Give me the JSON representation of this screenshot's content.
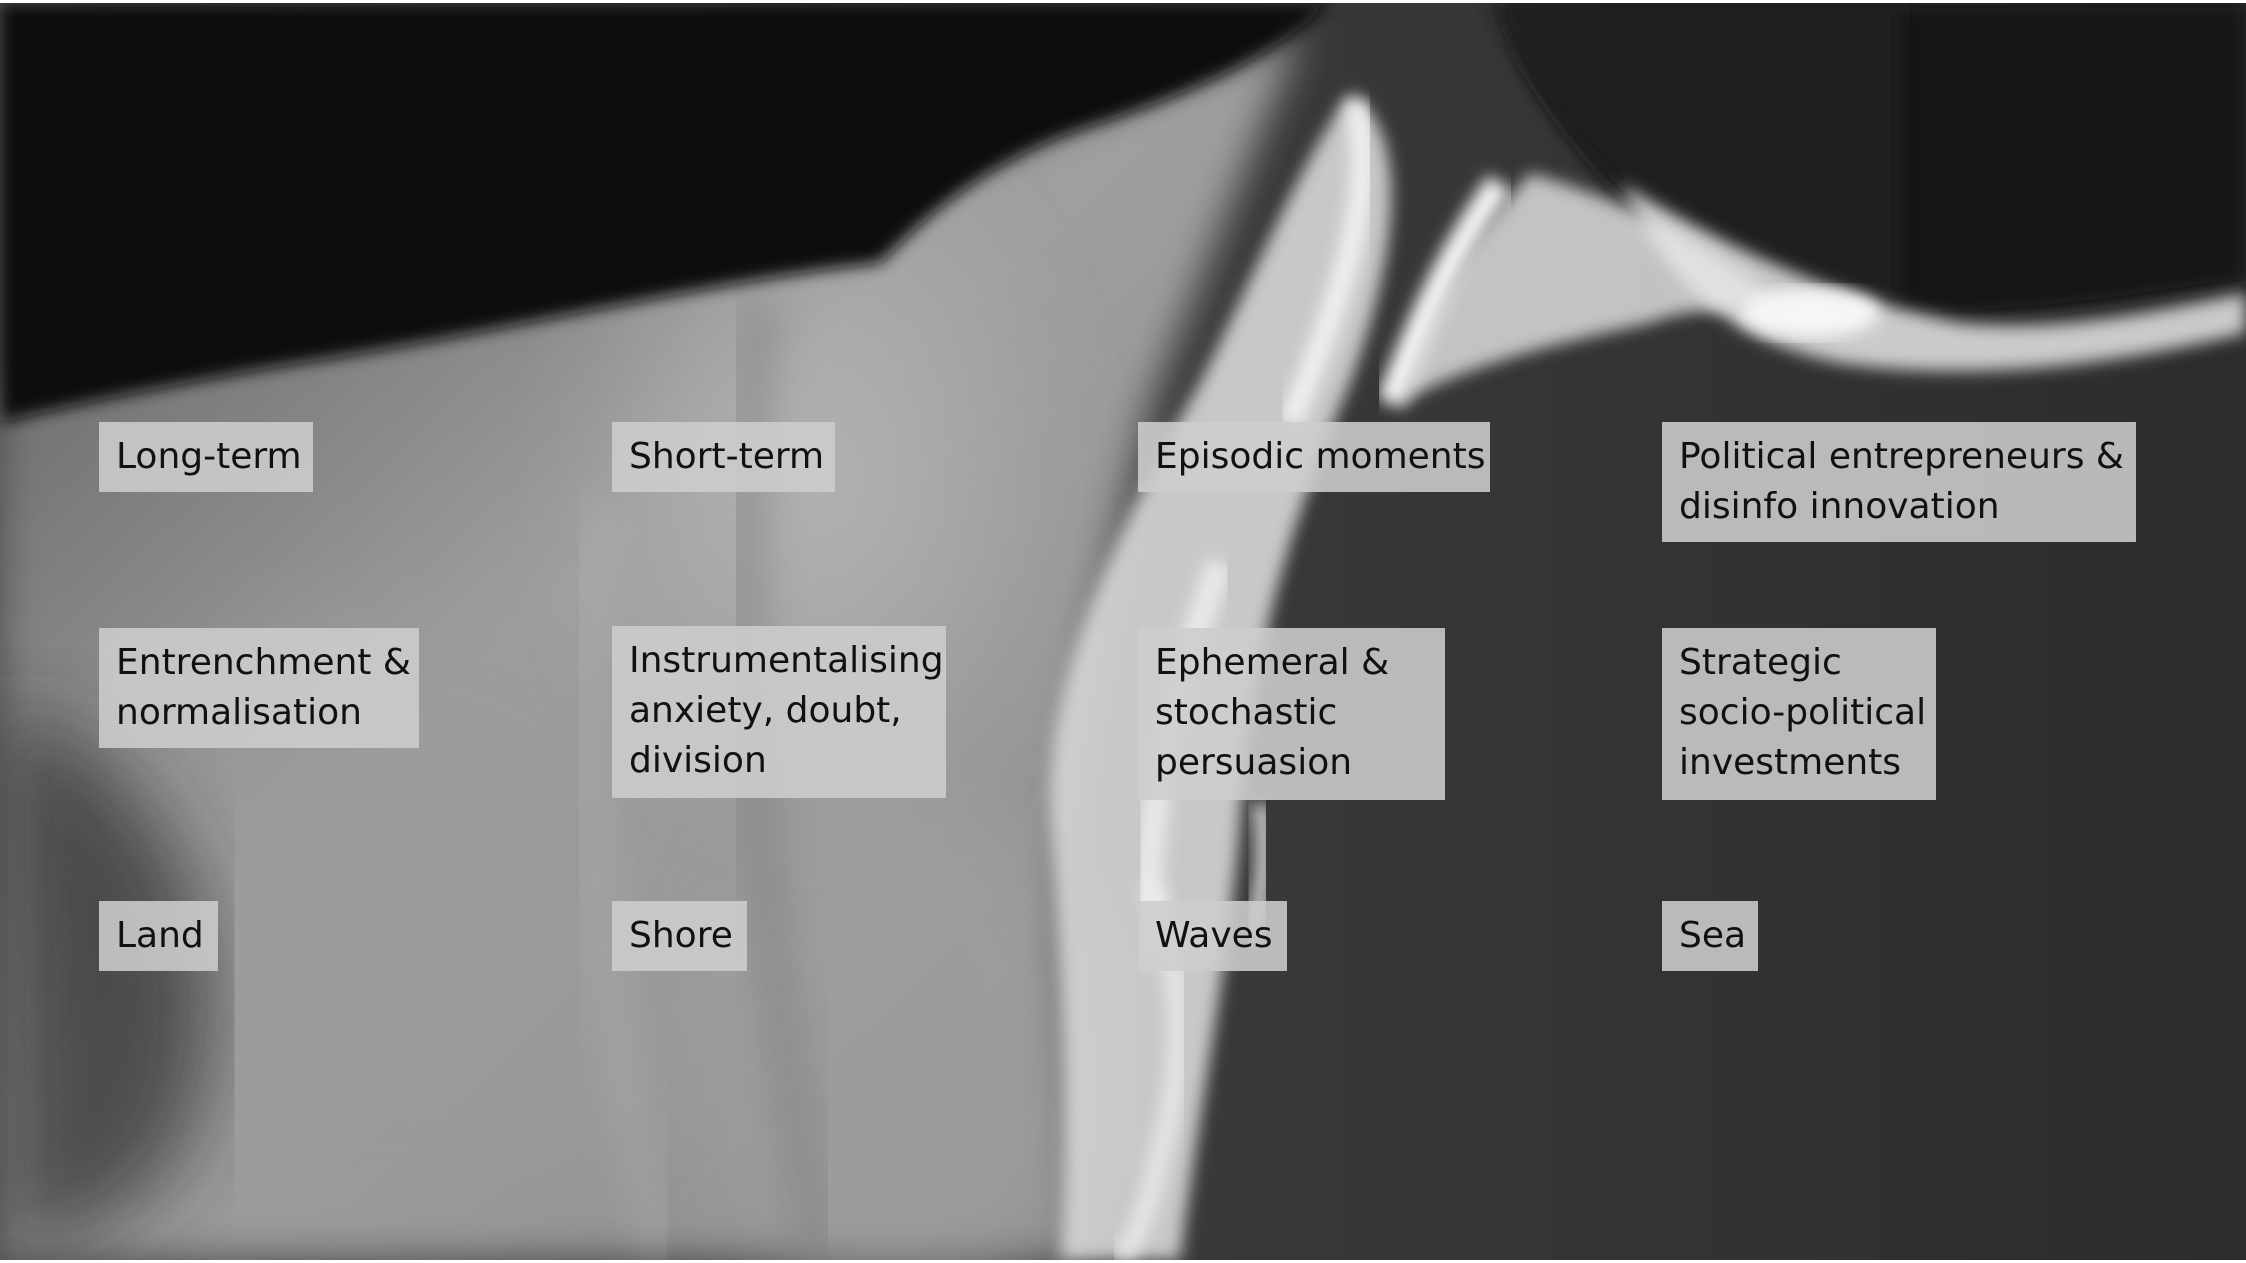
{
  "slide": {
    "background": "aerial black-and-white photo of beach, shore, waves and sea",
    "labels": {
      "row1": {
        "col1": "Long-term",
        "col2": "Short-term",
        "col3": "Episodic moments",
        "col4_line1": "Political entrepreneurs &",
        "col4_line2": "disinfo innovation"
      },
      "row2": {
        "col1_line1": "Entrenchment &",
        "col1_line2": "normalisation",
        "col2_line1": "Instrumentalising",
        "col2_line2": "anxiety, doubt,",
        "col2_line3": "division",
        "col3_line1": "Ephemeral &",
        "col3_line2": "stochastic",
        "col3_line3": "persuasion",
        "col4_line1": "Strategic",
        "col4_line2": "socio-political",
        "col4_line3": "investments"
      },
      "row3": {
        "col1": "Land",
        "col2": "Shore",
        "col3": "Waves",
        "col4": "Sea"
      }
    },
    "colors": {
      "label_background": "#cdcdcd",
      "label_text": "#111111",
      "dark_land": "#101010",
      "sand": "#8f8f8f",
      "foam": "#e8e8e8",
      "sea": "#3c3c3c"
    }
  }
}
